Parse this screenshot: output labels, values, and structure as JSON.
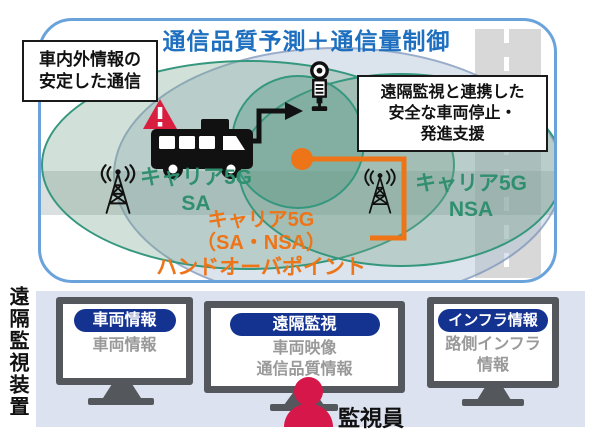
{
  "colors": {
    "title_blue": "#1E6FBF",
    "box_border_blue": "#6AA3DC",
    "coverage_border_teal": "#35987E",
    "label_green": "#2F8F6E",
    "accent_orange": "#EE7418",
    "badge_navy": "#143390",
    "person_red": "#D6174A",
    "panel_lavender": "#DCE2F0",
    "monitor_frame_gray": "#54585D",
    "screen_text_gray": "#999999",
    "road_gray": "#D8D8D8"
  },
  "coverage_map": {
    "title": "通信品質予測＋通信量制御",
    "callout_left": {
      "line1": "車内外情報の",
      "line2": "安定した通信"
    },
    "callout_right": {
      "line1": "遠隔監視と連携した",
      "line2": "安全な車両停止・",
      "line3": "発進支援"
    },
    "cell_left": {
      "line1": "キャリア5G",
      "line2": "SA"
    },
    "cell_right": {
      "line1": "キャリア5G",
      "line2": "NSA"
    },
    "handover": {
      "line1": "キャリア5G",
      "line2": "（SA・NSA）",
      "line3": "ハンドオーバポイント"
    }
  },
  "monitoring_station": {
    "side_label": "遠隔監視装置",
    "operator_label": "監視員",
    "monitors": [
      {
        "badge": "車両情報",
        "line1": "車両情報"
      },
      {
        "badge": "遠隔監視",
        "line1": "車両映像",
        "line2": "通信品質情報"
      },
      {
        "badge": "インフラ情報",
        "line1": "路側インフラ",
        "line2": "情報"
      }
    ]
  },
  "icons": {
    "bus": "bus-icon",
    "warning": "warning-triangle-icon",
    "roadside_unit": "roadside-unit-icon",
    "antenna": "antenna-icon",
    "handover_point": "handover-point-dot",
    "operator": "operator-person-icon"
  }
}
